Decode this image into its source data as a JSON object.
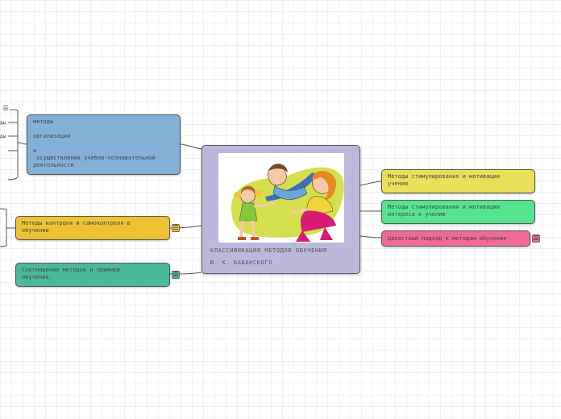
{
  "central": {
    "title_line1": "КЛАССИФИКАЦИЯ МЕТОДОВ ОБУЧЕНИЯ",
    "title_line2": "Ю. К. БАБАНСКОГО",
    "color": "#bcb8dc"
  },
  "left_topics": [
    {
      "text": "методы\n\nорганизации\n\nи\n осуществления учебно-познавательной\nдеятельности",
      "color": "#82b0d6"
    },
    {
      "text": "Методы контроля и самоконтроля в\nобучении",
      "color": "#eec232"
    },
    {
      "text": "Соотношение методов и приемов\nобучения.",
      "color": "#4ab99c"
    }
  ],
  "right_topics": [
    {
      "text": "Методы стимулирования и мотивации\nучения",
      "color": "#ebdf5a"
    },
    {
      "text": "Методы стимулирования и мотивации\nинтереса к учению",
      "color": "#54e48e"
    },
    {
      "text": "Целостный подход к методам обучения",
      "color": "#f06a96"
    }
  ],
  "partial_labels": [
    "ды",
    "ды"
  ],
  "icons": {
    "note": "notes-icon"
  }
}
